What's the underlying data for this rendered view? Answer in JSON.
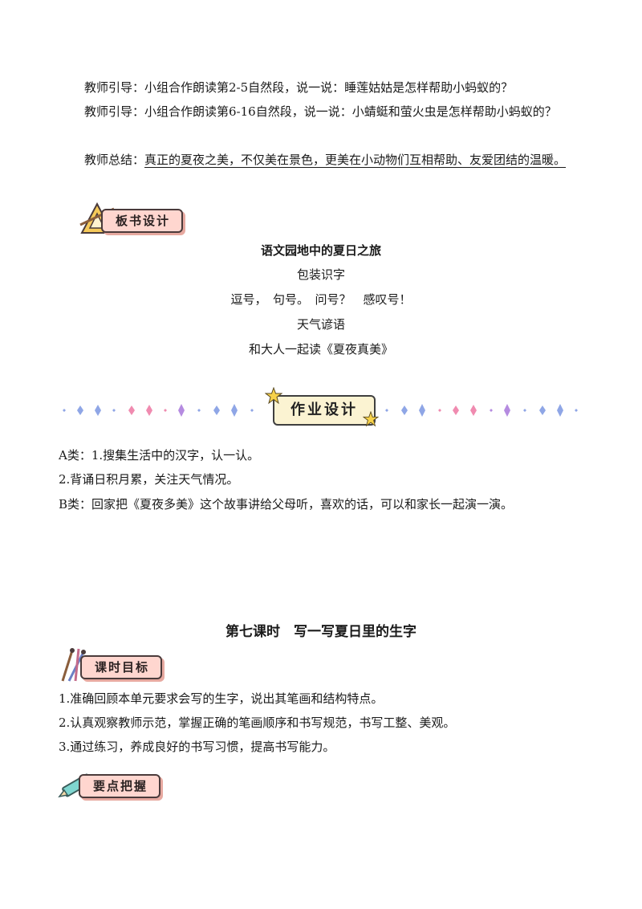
{
  "paragraphs": {
    "p1": "教师引导：小组合作朗读第2-5自然段，说一说：睡莲姑姑是怎样帮助小蚂蚁的？",
    "p2": "教师引导：小组合作朗读第6-16自然段，说一说：小蜻蜓和萤火虫是怎样帮助小蚂蚁的？",
    "p3_prefix": "教师总结：",
    "p3_underlined": "真正的夏夜之美，不仅美在景色，更美在小动物们互相帮助、友爱团结的温暖。"
  },
  "board_badge": "板书设计",
  "board": {
    "title": "语文园地中的夏日之旅",
    "line1": "包装识字",
    "line2": "逗号，　句号。　问号？　感叹号！",
    "line3": "天气谚语",
    "line4": "和大人一起读《夏夜真美》"
  },
  "homework_banner": "作业设计",
  "homework": {
    "a1": "A类：1.搜集生活中的汉字，认一认。",
    "a2": "2.背诵日积月累，关注天气情况。",
    "b1": "B类：回家把《夏夜多美》这个故事讲给父母听，喜欢的话，可以和家长一起演一演。"
  },
  "lesson_title": "第七课时　写一写夏日里的生字",
  "goals_badge": "课时目标",
  "goals": [
    "1.准确回顾本单元要求会写的生字，说出其笔画和结构特点。",
    "2.认真观察教师示范，掌握正确的笔画顺序和书写规范，书写工整、美观。",
    "3.通过练习，养成良好的书写习惯，提高书写能力。"
  ],
  "keypoints_badge": "要点把握",
  "colors": {
    "badge_fill": "#ffd6cf",
    "banner_fill": "#fbf3d2",
    "sparkle_blue": "#8fa6e6",
    "sparkle_pink": "#f08bb0",
    "sparkle_purple": "#b58be0"
  }
}
